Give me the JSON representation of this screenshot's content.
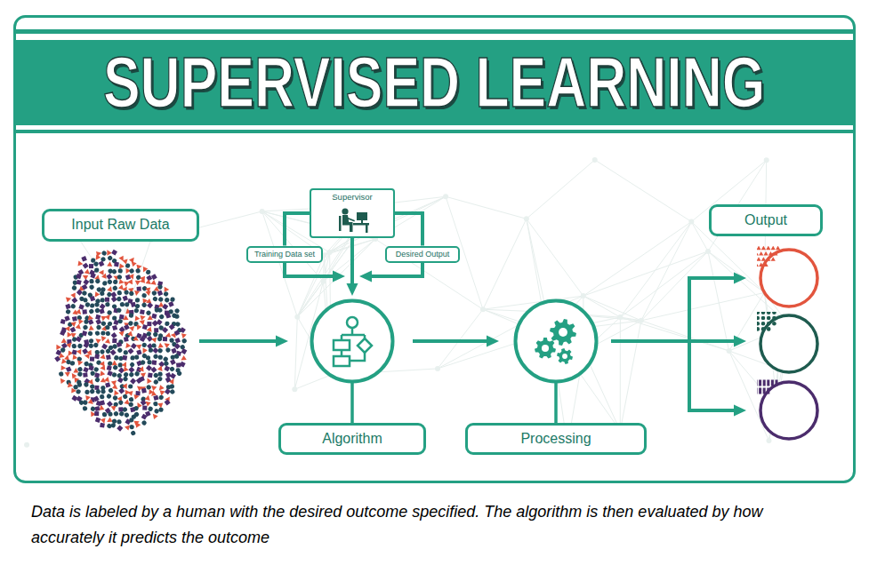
{
  "diagram": {
    "title": "SUPERVISED LEARNING",
    "caption": "Data is labeled by a human with the desired outcome specified. The algorithm is then evaluated by how accurately it predicts the outcome",
    "nodes": [
      {
        "text": [
          "Input Raw Data"
        ]
      },
      {
        "text": [
          "Supervisor"
        ]
      },
      {
        "text": [
          "Training Data set"
        ]
      },
      {
        "text": [
          "Desired Output"
        ]
      },
      {
        "text": [
          "Algorithm"
        ]
      },
      {
        "text": [
          "Processing"
        ]
      },
      {
        "text": [
          "Output"
        ]
      }
    ],
    "edges": [
      {
        "from": 0,
        "to": 4,
        "arrow": "to"
      },
      {
        "from": 1,
        "to": 2,
        "arrow": "none"
      },
      {
        "from": 1,
        "to": 3,
        "arrow": "none"
      },
      {
        "from": 1,
        "to": 4,
        "arrow": "to"
      },
      {
        "from": 2,
        "to": 4,
        "arrow": "to"
      },
      {
        "from": 3,
        "to": 4,
        "arrow": "to"
      },
      {
        "from": 4,
        "to": 5,
        "arrow": "to"
      },
      {
        "from": 5,
        "to": 6,
        "arrow": "to"
      }
    ]
  }
}
